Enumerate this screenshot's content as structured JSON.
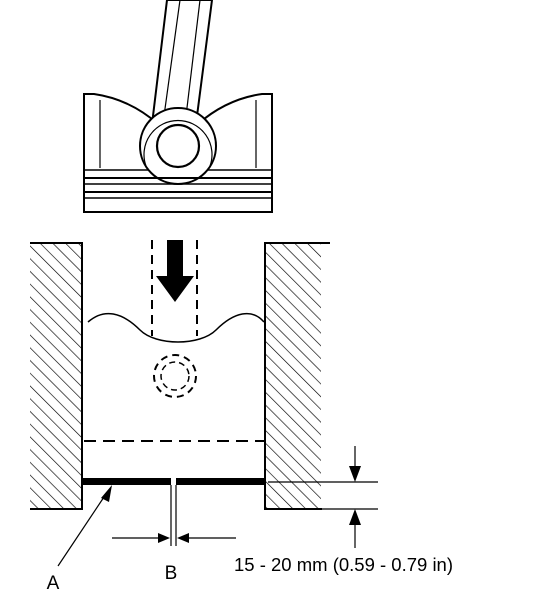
{
  "labels": {
    "a": "A",
    "b": "B",
    "measurement": "15 - 20 mm (0.59 - 0.79 in)"
  },
  "colors": {
    "ink": "#000000",
    "paper": "#ffffff"
  }
}
